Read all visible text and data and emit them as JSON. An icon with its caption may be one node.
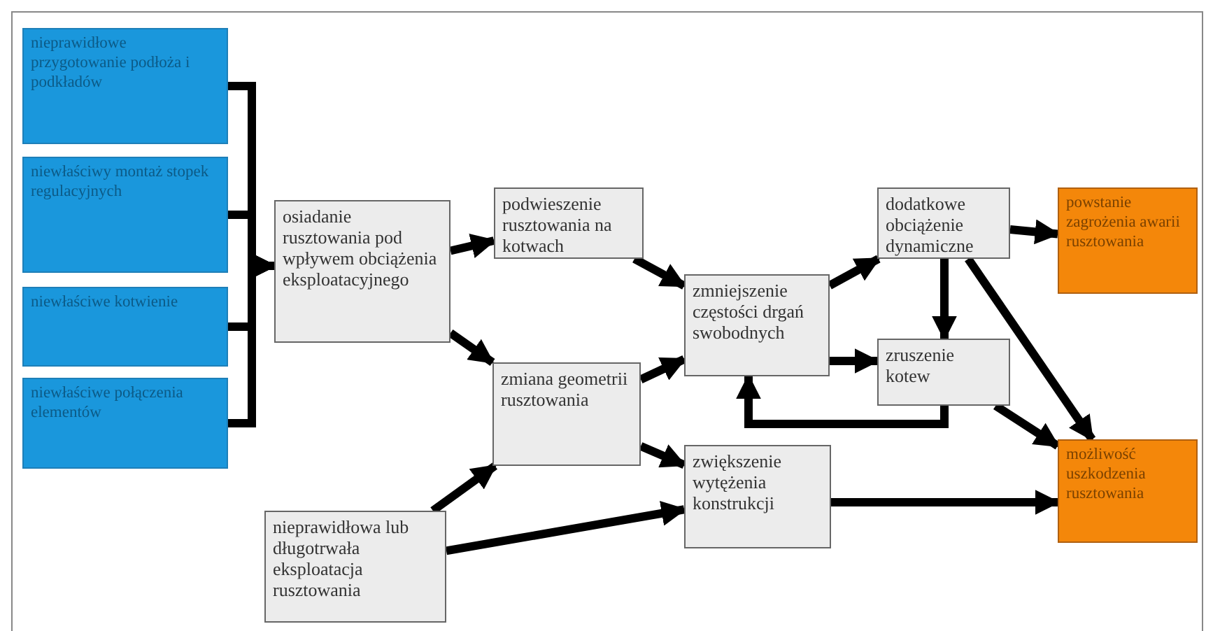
{
  "diagram": {
    "nodes": [
      {
        "text": [
          "nieprawidłowe przygotowanie podłoża i podkładów"
        ]
      },
      {
        "text": [
          "niewłaściwy montaż stopek regulacyjnych"
        ]
      },
      {
        "text": [
          "niewłaściwe kotwienie"
        ]
      },
      {
        "text": [
          "niewłaściwe połączenia elementów"
        ]
      },
      {
        "text": [
          "osiadanie rusztowania pod wpływem obciążenia eksploatacyjnego"
        ]
      },
      {
        "text": [
          "podwieszenie rusztowania na kotwach"
        ]
      },
      {
        "text": [
          "zmiana geometrii rusztowania"
        ]
      },
      {
        "text": [
          "nieprawidłowa lub długotrwała eksploatacja rusztowania"
        ]
      },
      {
        "text": [
          "zmniejszenie częstości drgań swobodnych"
        ]
      },
      {
        "text": [
          "zwiększenie wytężenia konstrukcji"
        ]
      },
      {
        "text": [
          "dodatkowe obciążenie dynamiczne"
        ]
      },
      {
        "text": [
          "zruszenie kotew"
        ]
      },
      {
        "text": [
          "powstanie zagrożenia awarii rusztowania"
        ]
      },
      {
        "text": [
          "możliwość uszkodzenia rusztowania"
        ]
      }
    ],
    "edges": [
      {
        "from": 0,
        "to": 4,
        "arrow": "to"
      },
      {
        "from": 1,
        "to": 4,
        "arrow": "to"
      },
      {
        "from": 2,
        "to": 4,
        "arrow": "to"
      },
      {
        "from": 3,
        "to": 4,
        "arrow": "to"
      },
      {
        "from": 4,
        "to": 5,
        "arrow": "to"
      },
      {
        "from": 4,
        "to": 6,
        "arrow": "to"
      },
      {
        "from": 5,
        "to": 8,
        "arrow": "to"
      },
      {
        "from": 6,
        "to": 8,
        "arrow": "to"
      },
      {
        "from": 6,
        "to": 9,
        "arrow": "to"
      },
      {
        "from": 7,
        "to": 6,
        "arrow": "to"
      },
      {
        "from": 7,
        "to": 9,
        "arrow": "to"
      },
      {
        "from": 8,
        "to": 10,
        "arrow": "to"
      },
      {
        "from": 8,
        "to": 11,
        "arrow": "to"
      },
      {
        "from": 10,
        "to": 12,
        "arrow": "to"
      },
      {
        "from": 10,
        "to": 11,
        "arrow": "to"
      },
      {
        "from": 10,
        "to": 13,
        "arrow": "to"
      },
      {
        "from": 11,
        "to": 13,
        "arrow": "to"
      },
      {
        "from": 11,
        "to": 8,
        "arrow": "to"
      },
      {
        "from": 9,
        "to": 13,
        "arrow": "to"
      }
    ]
  }
}
